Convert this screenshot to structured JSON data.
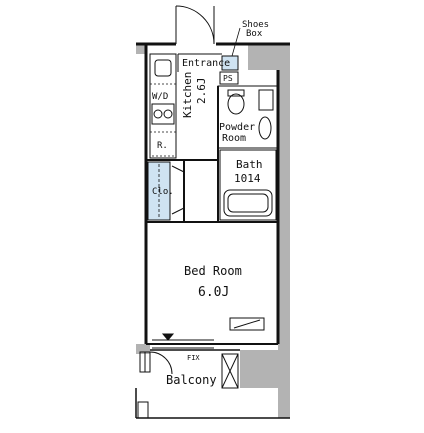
{
  "plan": {
    "title": "",
    "rooms": {
      "entrance": "Entrance",
      "kitchen": "Kitchen",
      "kitchen_size": "2.6J",
      "washer": "W/D",
      "refrigerator": "R.",
      "closet": "Clo.",
      "powder_line1": "Powder",
      "powder_line2": "Room",
      "bath": "Bath",
      "bath_size": "1014",
      "ps": "PS",
      "bedroom": "Bed Room",
      "bedroom_size": "6.0J",
      "fix": "FIX",
      "balcony": "Balcony"
    },
    "callouts": {
      "shoes_line1": "Shoes",
      "shoes_line2": "Box"
    },
    "colors": {
      "wall": "#111111",
      "structure_gray": "#b3b3b3",
      "closet_fill": "#cfe3f2",
      "shoes_box_fill": "#cfe3f2"
    }
  }
}
